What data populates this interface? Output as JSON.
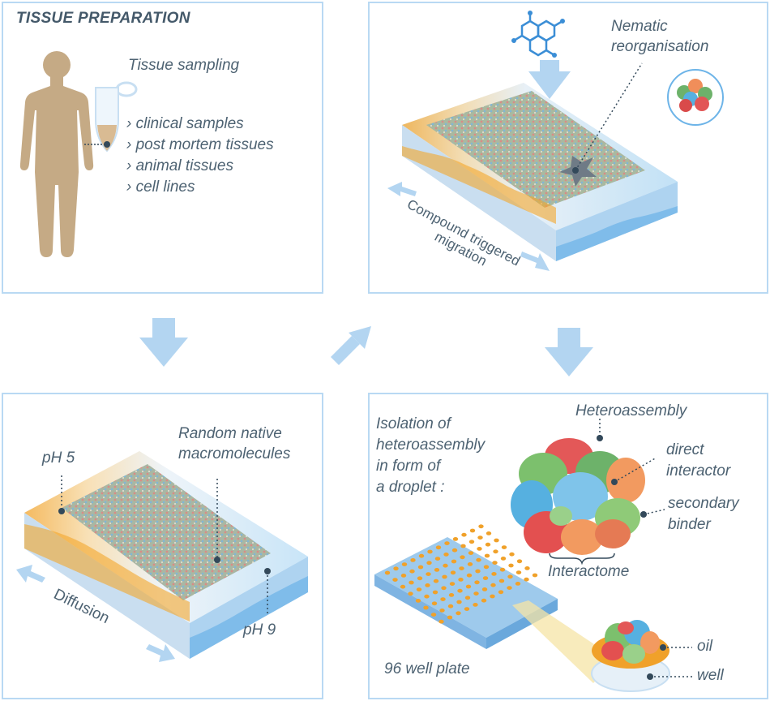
{
  "panels": {
    "tissue": {
      "title": "TISSUE PREPARATION",
      "sampling_label": "Tissue sampling",
      "sources": [
        "› clinical samples",
        "› post mortem tissues",
        "› animal tissues",
        "› cell lines"
      ]
    },
    "migration": {
      "nematic_line1": "Nematic",
      "nematic_line2": "reorganisation",
      "axis_line1": "Compound triggered",
      "axis_line2": "migration"
    },
    "diffusion": {
      "random_line1": "Random native",
      "random_line2": "macromolecules",
      "ph_low": "pH 5",
      "ph_high": "pH 9",
      "axis": "Diffusion"
    },
    "isolation": {
      "desc_lines": [
        "Isolation of",
        "heteroassembly",
        "in form of",
        "a droplet :"
      ],
      "heteroassembly": "Heteroassembly",
      "direct_line1": "direct",
      "direct_line2": "interactor",
      "secondary_line1": "secondary",
      "secondary_line2": "binder",
      "interactome": "Interactome",
      "plate_label": "96 well plate",
      "oil": "oil",
      "well": "well"
    }
  },
  "colors": {
    "panel_border": "#b9d9f3",
    "arrow": "#b3d5f1",
    "gel": "#b8cde0",
    "orange": "#f0a12a",
    "blue_edge": "#5aa9e6",
    "body": "#c5aa85",
    "text": "#4d6272"
  }
}
